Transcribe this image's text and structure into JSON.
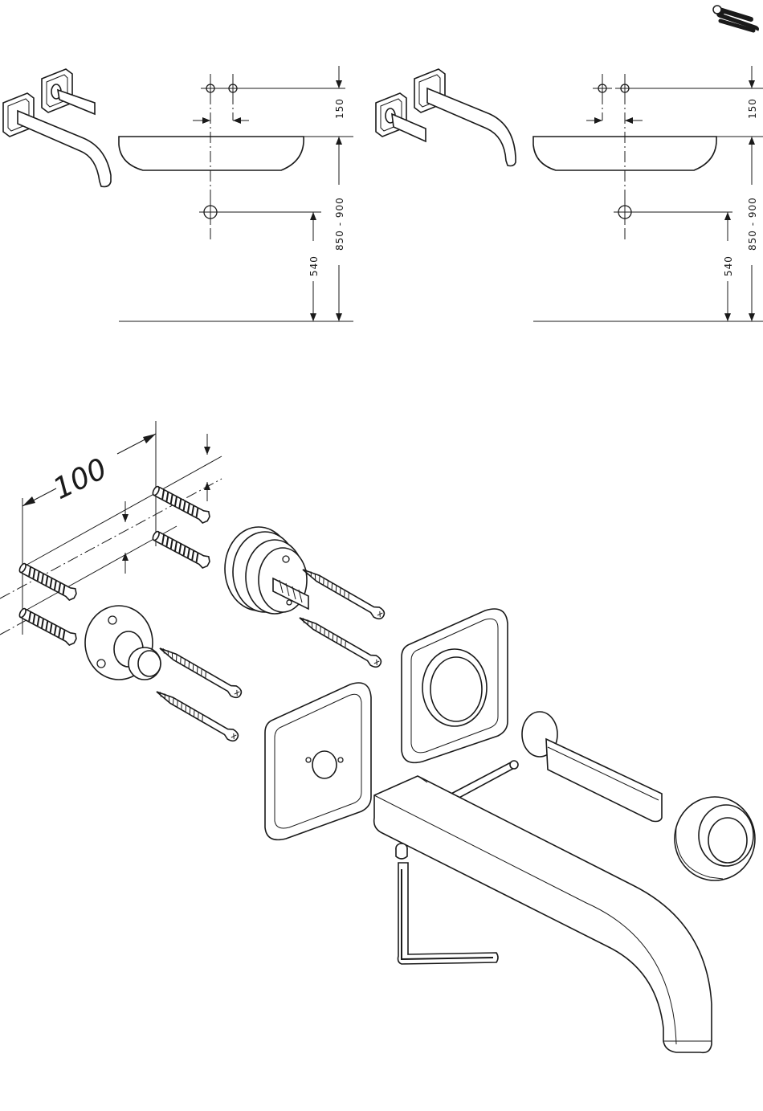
{
  "header": {
    "tool_icon": "wrench-screwdriver-icon"
  },
  "dimensions": {
    "left": {
      "top": "150",
      "range": "850 - 900",
      "inlet": "540"
    },
    "right": {
      "top": "150",
      "range": "850 - 900",
      "inlet": "540"
    }
  },
  "exploded": {
    "width_label": "100"
  }
}
